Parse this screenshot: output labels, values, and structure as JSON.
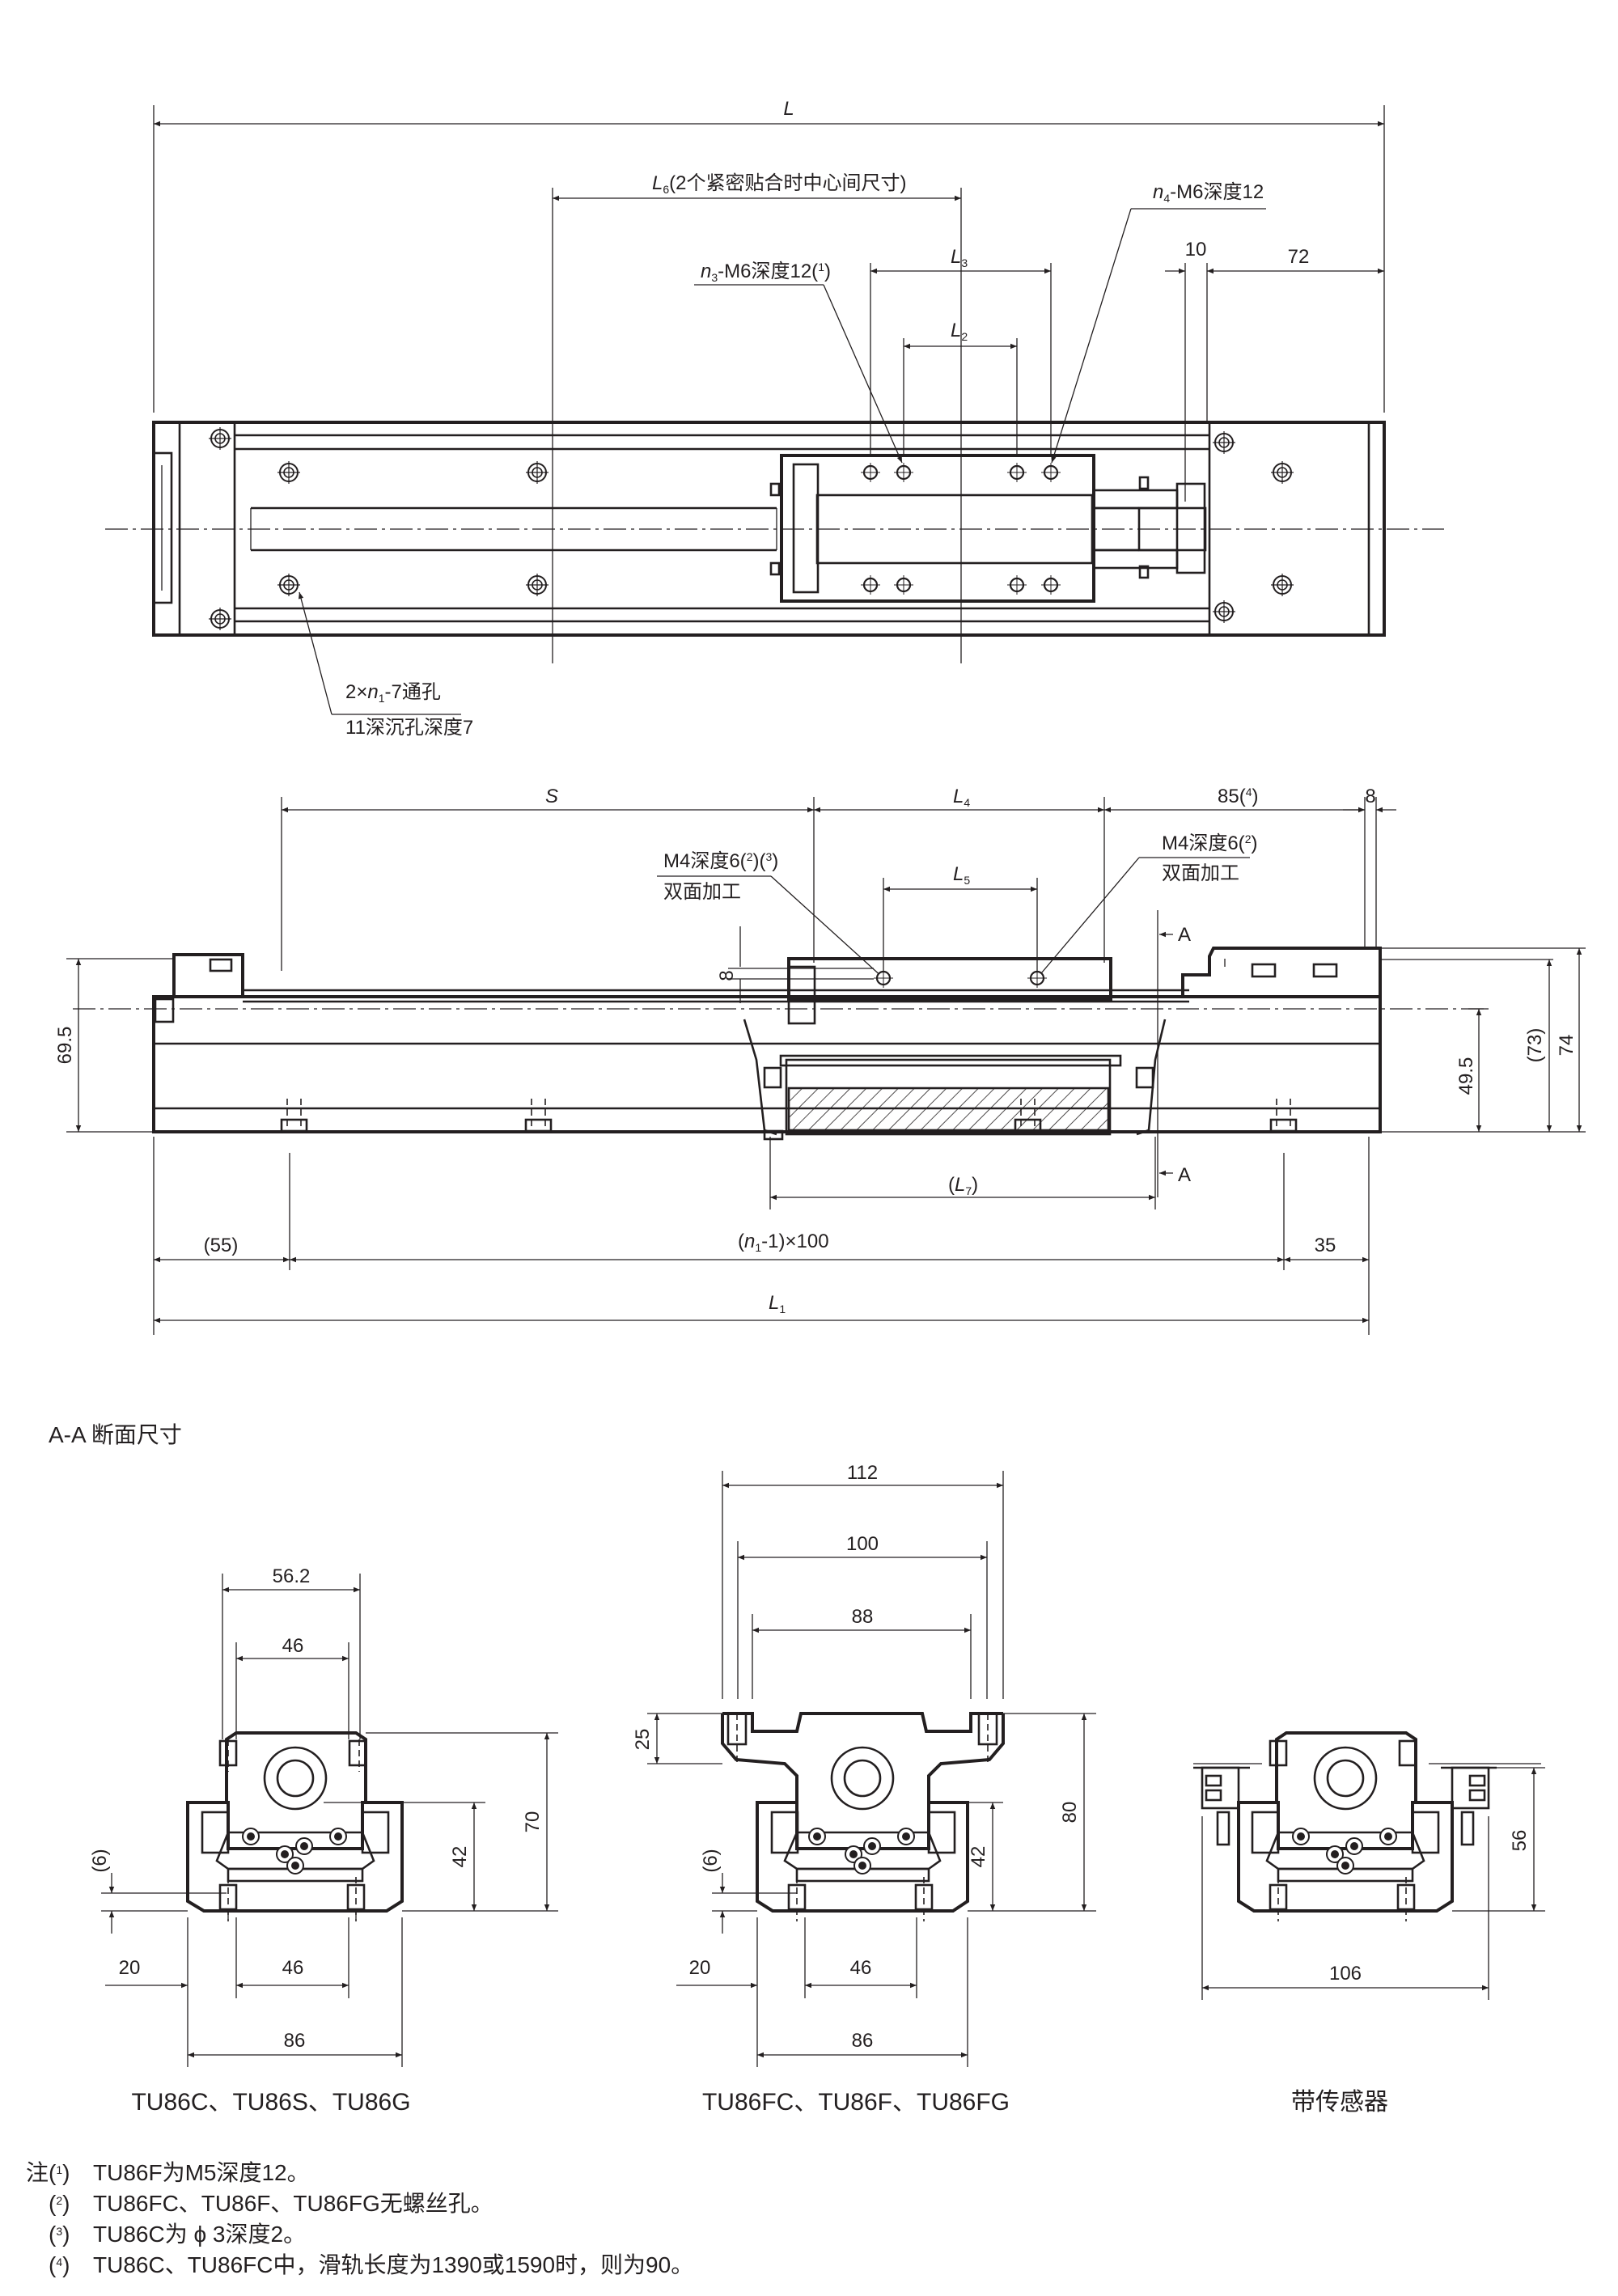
{
  "top_view": {
    "dim_L": "L",
    "dim_L6_sym": "L",
    "dim_L6_sub": "6",
    "dim_L6_text": "(2个紧密贴合时中心间尺寸)",
    "dim_L3_sym": "L",
    "dim_L3_sub": "3",
    "dim_L2_sym": "L",
    "dim_L2_sub": "2",
    "dim_10": "10",
    "dim_72": "72",
    "n4_sym": "n",
    "n4_sub": "4",
    "n4_text": "-M6深度12",
    "n3_sym": "n",
    "n3_sub": "3",
    "n3_text": "-M6深度12(",
    "n3_note": "1",
    "n3_close": ")",
    "hole_line1_pre": "2×",
    "hole_line1_sym": "n",
    "hole_line1_sub": "1",
    "hole_line1_post": "-7通孔",
    "hole_line2": "11深沉孔深度7"
  },
  "side_view": {
    "dim_S": "S",
    "dim_L4_sym": "L",
    "dim_L4_sub": "4",
    "dim_85": "85(",
    "dim_85_note": "4",
    "dim_85_close": ")",
    "dim_8_top": "8",
    "m4_left_line1": "M4深度6(",
    "m4_left_n2": "2",
    "m4_left_mid": ")(",
    "m4_left_n3": "3",
    "m4_left_close": ")",
    "m4_left_line2": "双面加工",
    "m4_right_line1": "M4深度6(",
    "m4_right_n2": "2",
    "m4_right_close": ")",
    "m4_right_line2": "双面加工",
    "dim_L5_sym": "L",
    "dim_L5_sub": "5",
    "section_mark": "A",
    "dim_8_side": "8",
    "dim_69_5": "69.5",
    "dim_49_5": "49.5",
    "dim_73": "(73)",
    "dim_74": "74",
    "dim_L7_open": "(",
    "dim_L7_sym": "L",
    "dim_L7_sub": "7",
    "dim_L7_close": ")",
    "dim_55": "(55)",
    "dim_pitch_open": "(",
    "dim_pitch_sym": "n",
    "dim_pitch_sub": "1",
    "dim_pitch_post": "-1)×100",
    "dim_35": "35",
    "dim_L1_sym": "L",
    "dim_L1_sub": "1"
  },
  "section_heading": "A-A 断面尺寸",
  "sections": [
    {
      "caption": "TU86C、TU86S、TU86G",
      "dims": {
        "top1": "56.2",
        "top2": "46",
        "h1": "70",
        "h2": "42",
        "left6": "(6)",
        "b20": "20",
        "b46": "46",
        "b86": "86"
      }
    },
    {
      "caption": "TU86FC、TU86F、TU86FG",
      "dims": {
        "top1": "112",
        "top2": "100",
        "top3": "88",
        "h25": "25",
        "h80": "80",
        "h42": "42",
        "left6": "(6)",
        "b20": "20",
        "b46": "46",
        "b86": "86"
      }
    },
    {
      "caption": "带传感器",
      "dims": {
        "h56": "56",
        "b106": "106"
      }
    }
  ],
  "notes": {
    "prefix": "注",
    "items": [
      {
        "num": "1",
        "text": "TU86F为M5深度12。"
      },
      {
        "num": "2",
        "text": "TU86FC、TU86F、TU86FG无螺丝孔。"
      },
      {
        "num": "3",
        "text": "TU86C为 ϕ 3深度2。"
      },
      {
        "num": "4",
        "text": "TU86C、TU86FC中，滑轨长度为1390或1590时，则为90。"
      }
    ]
  }
}
